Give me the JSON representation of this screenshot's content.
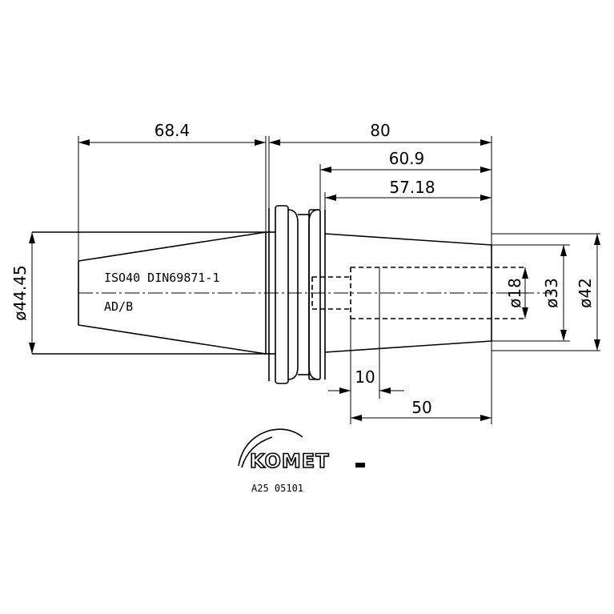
{
  "dimensions": {
    "taper_length": "68.4",
    "overall_length": "80",
    "body_length": "60.9",
    "bore_length": "57.18",
    "collar_width": "10",
    "bore_depth": "50",
    "taper_diameter": "ø44.45",
    "bore_diameter": "ø18",
    "inner_diameter": "ø33",
    "outer_diameter": "ø42"
  },
  "labels": {
    "standard": "ISO40 DIN69871-1",
    "form": "AD/B"
  },
  "brand": {
    "logo": "KOMET",
    "part_number": "A25 05101"
  }
}
